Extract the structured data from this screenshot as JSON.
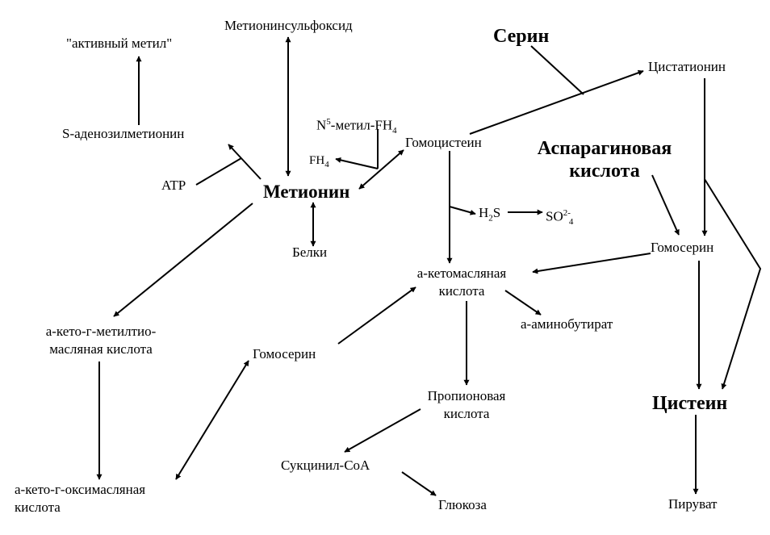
{
  "nodes": {
    "methionine_sulfoxide": "Метионинсульфоксид",
    "active_methyl": "\"активный метил\"",
    "s_adenosylmethionine": "S-аденозилметионин",
    "atp": "ATP",
    "methionine": "Метионин",
    "proteins": "Белки",
    "n5_methyl_prefix": "N",
    "n5_methyl_sup": "5",
    "n5_methyl_rest": "-метил-FH",
    "n5_methyl_sub": "4",
    "fh4_main": "FH",
    "fh4_sub": "4",
    "homocysteine": "Гомоцистеин",
    "serine": "Серин",
    "cystathionine": "Цистатионин",
    "asparagine_acid_line1": "Аспарагиновая",
    "asparagine_acid_line2": "кислота",
    "h2s_h": "H",
    "h2s_sub": "2",
    "h2s_s": "S",
    "so4_main": "SO",
    "so4_sup": "2-",
    "so4_sub": "4",
    "homoserine_right": "Гомосерин",
    "ketobutyric_line1": "а-кетомасляная",
    "ketobutyric_line2": "кислота",
    "aminobutyrate": "а-аминобутират",
    "keto_methylthio_line1": "а-кето-г-метилтио-",
    "keto_methylthio_line2": "масляная кислота",
    "homoserine_left": "Гомосерин",
    "propionic_line1": "Пропионовая",
    "propionic_line2": "кислота",
    "keto_oxybutyric_line1": "а-кето-г-оксимасляная",
    "keto_oxybutyric_line2": "кислота",
    "succinyl_coa": "Сукцинил-СоА",
    "glucose": "Глюкоза",
    "cysteine": "Цистеин",
    "pyruvate": "Пируват"
  }
}
